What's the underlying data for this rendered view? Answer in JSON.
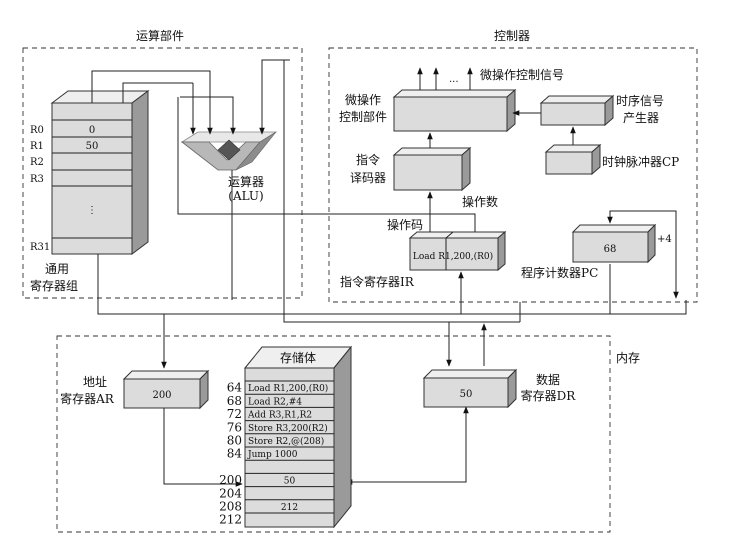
{
  "sections": {
    "alu_unit": "运算部件",
    "control_unit": "控制器",
    "memory": "内存"
  },
  "registers": {
    "labels": [
      "R0",
      "R1",
      "R2",
      "R3",
      "⋮",
      "R31"
    ],
    "values": [
      "0",
      "50"
    ],
    "title_line1": "通用",
    "title_line2": "寄存器组"
  },
  "alu": {
    "line1": "运算器",
    "line2": "(ALU)"
  },
  "control": {
    "micro_signal": "微操作控制信号",
    "micro_part_line1": "微操作",
    "micro_part_line2": "控制部件",
    "timing_line1": "时序信号",
    "timing_line2": "产生器",
    "clock": "时钟脉冲器CP",
    "decoder_line1": "指令",
    "decoder_line2": "译码器",
    "opcode": "操作码",
    "operand": "操作数",
    "ir_content": "Load R1,200,(R0)",
    "ir_label": "指令寄存器IR",
    "pc_value": "68",
    "pc_inc": "+4",
    "pc_label": "程序计数器PC",
    "dots": "..."
  },
  "ar": {
    "value": "200",
    "line1": "地址",
    "line2": "寄存器AR"
  },
  "dr": {
    "value": "50",
    "line1": "数据",
    "line2": "寄存器DR"
  },
  "storage": {
    "title": "存储体",
    "rows": [
      {
        "addr": "64",
        "content": "Load R1,200,(R0)"
      },
      {
        "addr": "68",
        "content": "Load R2,#4"
      },
      {
        "addr": "72",
        "content": "Add R3,R1,R2"
      },
      {
        "addr": "76",
        "content": "Store R3,200(R2)"
      },
      {
        "addr": "80",
        "content": "Store R2,@(208)"
      },
      {
        "addr": "84",
        "content": "Jump 1000"
      },
      {
        "addr": "",
        "content": ""
      },
      {
        "addr": "200",
        "content": "50"
      },
      {
        "addr": "204",
        "content": ""
      },
      {
        "addr": "208",
        "content": "212"
      },
      {
        "addr": "212",
        "content": ""
      }
    ]
  }
}
